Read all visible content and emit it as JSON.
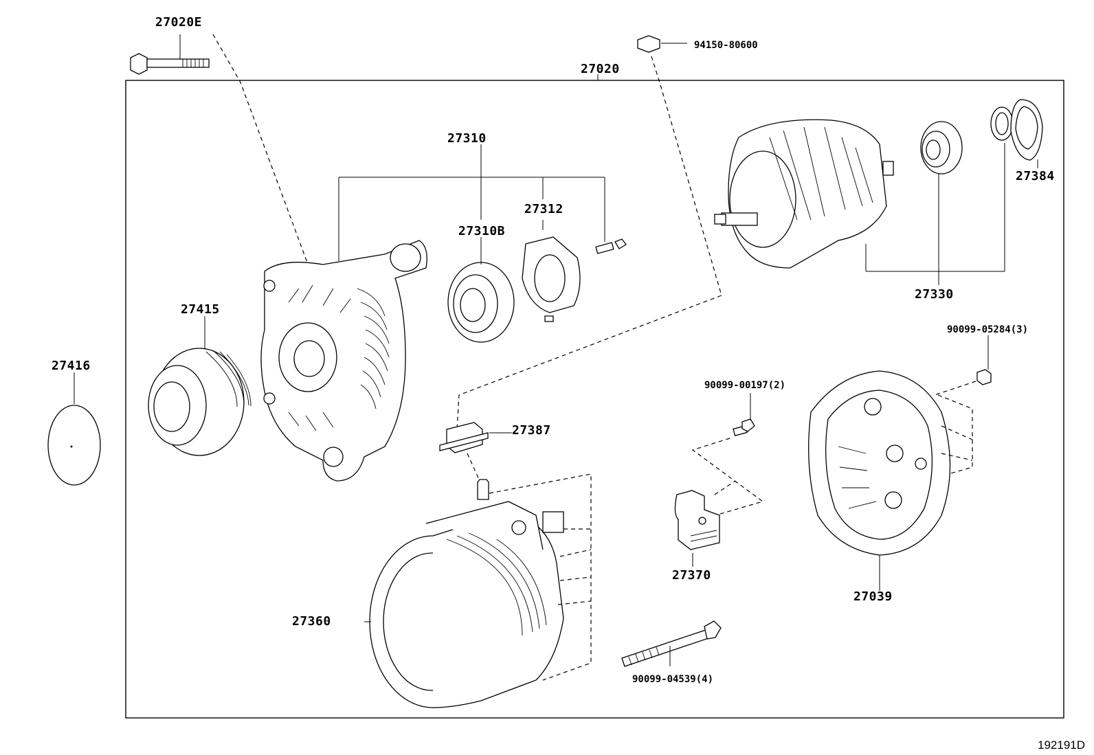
{
  "diagram_code": "192191D",
  "labels": {
    "27020E": "27020E",
    "94150-80600": "94150-80600",
    "27020": "27020",
    "27310": "27310",
    "27312": "27312",
    "27310B": "27310B",
    "27415": "27415",
    "27416": "27416",
    "27387": "27387",
    "27360": "27360",
    "27330": "27330",
    "27384": "27384",
    "90099-05284": "90099-05284(3)",
    "90099-00197": "90099-00197(2)",
    "27370": "27370",
    "27039": "27039",
    "90099-04539": "90099-04539(4)"
  }
}
